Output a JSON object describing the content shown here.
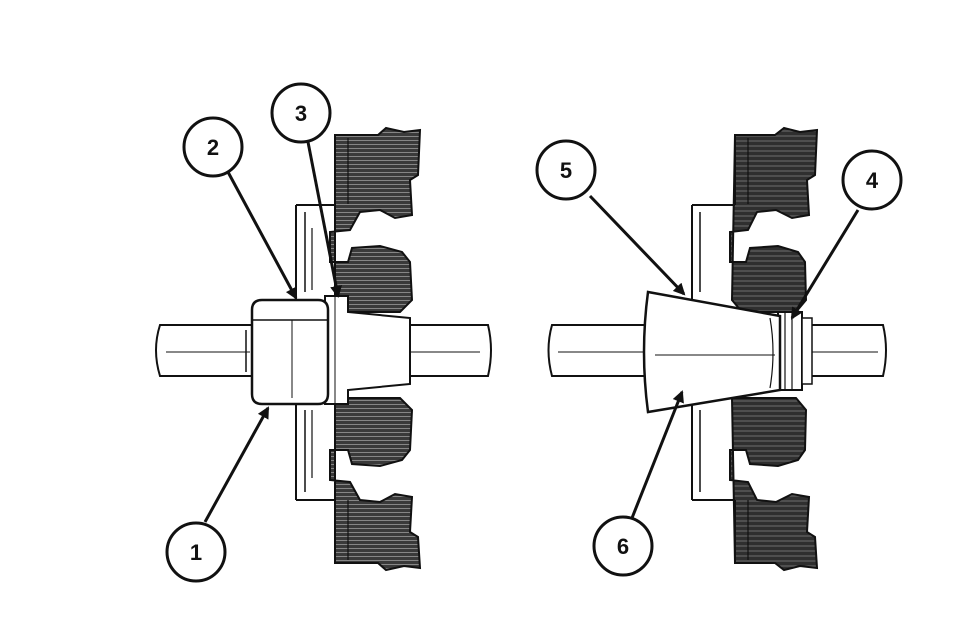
{
  "diagram": {
    "callouts": [
      {
        "id": "c1",
        "label": "1"
      },
      {
        "id": "c2",
        "label": "2"
      },
      {
        "id": "c3",
        "label": "3"
      },
      {
        "id": "c4",
        "label": "4"
      },
      {
        "id": "c5",
        "label": "5"
      },
      {
        "id": "c6",
        "label": "6"
      }
    ],
    "colors": {
      "ink": "#111111",
      "hatch_dark": "#2a2a2a",
      "hatch_light": "#6a6a6a",
      "paper": "#ffffff"
    }
  }
}
